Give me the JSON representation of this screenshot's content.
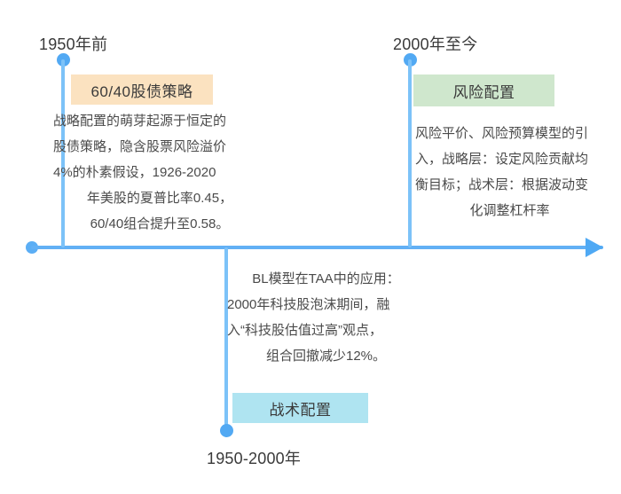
{
  "diagram": {
    "title_implicit": "资产配置发展时间轴",
    "axis": {
      "arrow_direction": "right",
      "color": "#62B0F5"
    },
    "nodes": [
      {
        "id": "pre-1950",
        "period_label": "1950年前",
        "badge": "60/40股债策略",
        "badge_color": "#FBE2C0",
        "position": "above-axis",
        "body_lines": [
          "战略配置的萌芽起源于恒定的",
          "股债策略，隐含股票风险溢价",
          "4%的朴素假设，1926-2020",
          "年美股的夏普比率0.45，",
          "60/40组合提升至0.58。"
        ]
      },
      {
        "id": "1950-2000",
        "period_label": "1950-2000年",
        "badge": "战术配置",
        "badge_color": "#AFE4F1",
        "position": "below-axis",
        "body_lines": [
          "BL模型在TAA中的应用：",
          "2000年科技股泡沫期间，融",
          "入“科技股估值过高”观点，",
          "组合回撤减少12%。"
        ]
      },
      {
        "id": "2000-present",
        "period_label": "2000年至今",
        "badge": "风险配置",
        "badge_color": "#CFE7CD",
        "position": "above-axis",
        "body_lines": [
          "风险平价、风险预算模型的引",
          "入，战略层：设定风险贡献均",
          "衡目标；战术层：根据波动变",
          "化调整杠杆率"
        ]
      }
    ]
  }
}
